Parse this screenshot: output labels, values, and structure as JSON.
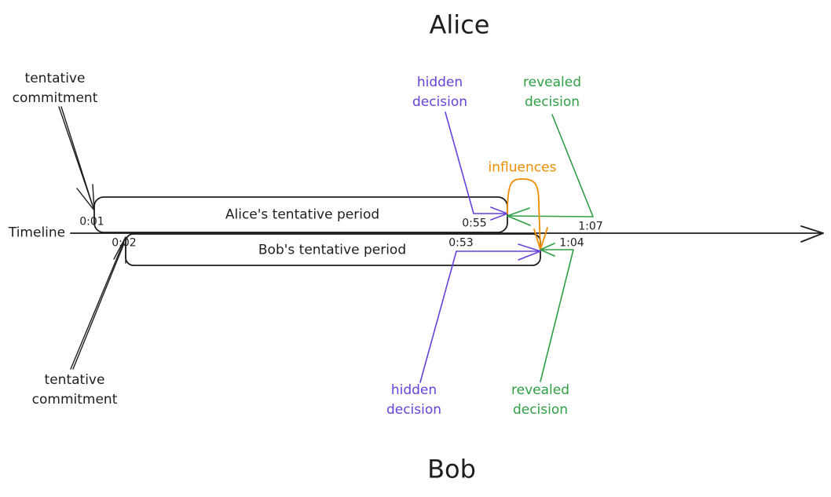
{
  "titles": {
    "top": "Alice",
    "bottom": "Bob"
  },
  "timeline": {
    "label": "Timeline"
  },
  "periods": {
    "alice": "Alice's tentative period",
    "bob": "Bob's tentative period"
  },
  "times": {
    "alice_start": "0:01",
    "bob_start": "0:02",
    "alice_hidden": "0:55",
    "bob_hidden": "0:53",
    "alice_revealed": "1:07",
    "bob_revealed": "1:04"
  },
  "labels": {
    "commit_top": [
      "tentative",
      "commitment"
    ],
    "commit_bottom": [
      "tentative",
      "commitment"
    ],
    "hidden_top": [
      "hidden",
      "decision"
    ],
    "revealed_top": [
      "revealed",
      "decision"
    ],
    "hidden_bottom": [
      "hidden",
      "decision"
    ],
    "revealed_bottom": [
      "revealed",
      "decision"
    ],
    "influences": "influences"
  },
  "colors": {
    "purple": "#6741d9",
    "green": "#2f9e44",
    "orange": "#f08c00",
    "ink": "#1e1e1e"
  }
}
